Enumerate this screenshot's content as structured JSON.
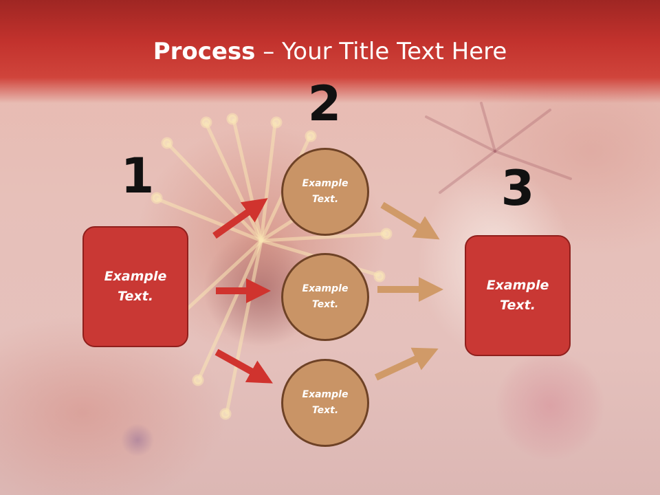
{
  "slide": {
    "title_bold": "Process",
    "title_rest": " – Your Title Text Here"
  },
  "numbers": {
    "one": "1",
    "two": "2",
    "three": "3"
  },
  "left_box": {
    "line1": "Example",
    "line2": "Text."
  },
  "right_box": {
    "line1": "Example",
    "line2": "Text."
  },
  "circles": [
    {
      "line1": "Example",
      "line2": "Text."
    },
    {
      "line1": "Example",
      "line2": "Text."
    },
    {
      "line1": "Example",
      "line2": "Text."
    }
  ],
  "colors": {
    "header": "#c2322d",
    "box_fill": "#c93834",
    "circle_fill": "#c99466",
    "red_arrow": "#d0332e",
    "tan_arrow": "#d09a68"
  }
}
